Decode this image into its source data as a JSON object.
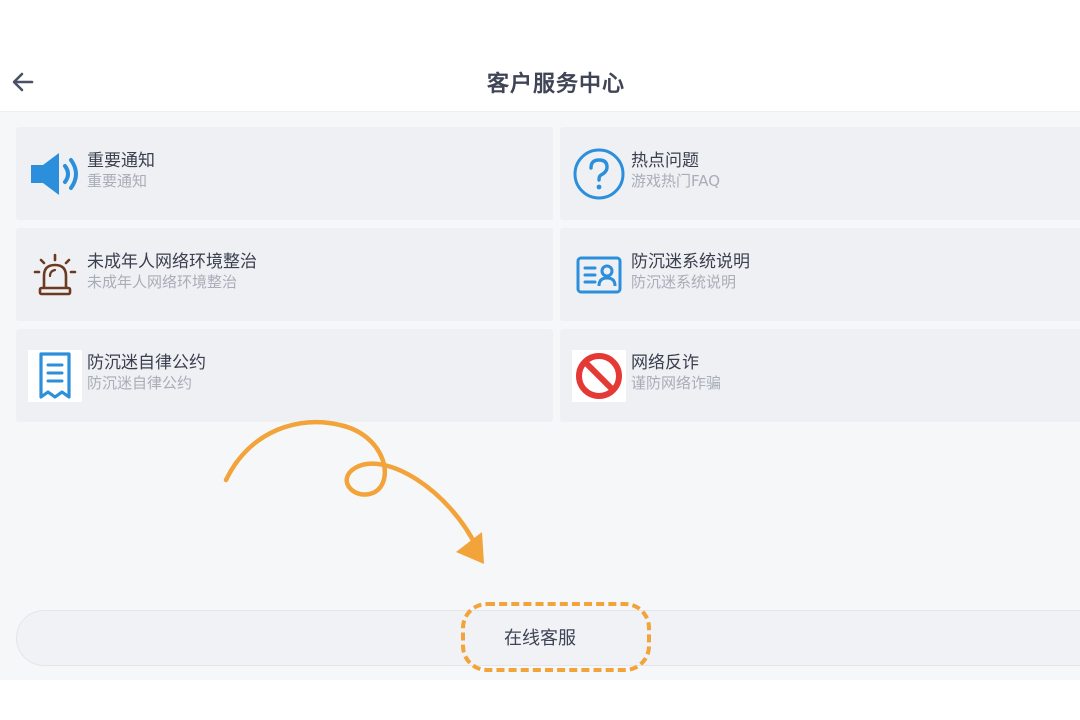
{
  "header": {
    "title": "客户服务中心",
    "back_icon": "arrow-left-icon"
  },
  "cards": [
    {
      "title": "重要通知",
      "subtitle": "重要通知",
      "icon": "speaker-icon",
      "color": "#2b8fdb"
    },
    {
      "title": "热点问题",
      "subtitle": "游戏热门FAQ",
      "icon": "question-circle-icon",
      "color": "#2b8fdb"
    },
    {
      "title": "未成年人网络环境整治",
      "subtitle": "未成年人网络环境整治",
      "icon": "alarm-siren-icon",
      "color": "#6b3a1f"
    },
    {
      "title": "防沉迷系统说明",
      "subtitle": "防沉迷系统说明",
      "icon": "id-card-icon",
      "color": "#2b8fdb"
    },
    {
      "title": "防沉迷自律公约",
      "subtitle": "防沉迷自律公约",
      "icon": "receipt-document-icon",
      "color": "#2b8fdb"
    },
    {
      "title": "网络反诈",
      "subtitle": "谨防网络诈骗",
      "icon": "prohibited-icon",
      "color": "#e53935"
    }
  ],
  "footer": {
    "service_label": "在线客服"
  },
  "annotation": {
    "color": "#f2a33a"
  }
}
